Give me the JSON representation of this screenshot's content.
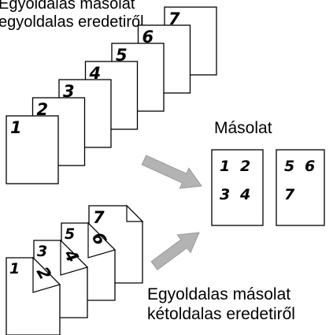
{
  "captions": {
    "top": {
      "line1": "Egyoldalas másolat",
      "line2": "egyoldalas eredetiről"
    },
    "copy": "Másolat",
    "bottom": {
      "line1": "Egyoldalas másolat",
      "line2": "kétoldalas eredetiről"
    }
  },
  "single_sided_originals": [
    "1",
    "2",
    "3",
    "4",
    "5",
    "6",
    "7"
  ],
  "double_sided_originals": [
    {
      "front": "1",
      "back": "2"
    },
    {
      "front": "3",
      "back": "4"
    },
    {
      "front": "5",
      "back": "6"
    },
    {
      "front": "7"
    }
  ],
  "output_copies": [
    [
      "1",
      "2",
      "3",
      "4"
    ],
    [
      "5",
      "6",
      "7"
    ]
  ],
  "colors": {
    "arrow": "#b3b3b3",
    "line": "#000000",
    "paper": "#ffffff"
  }
}
